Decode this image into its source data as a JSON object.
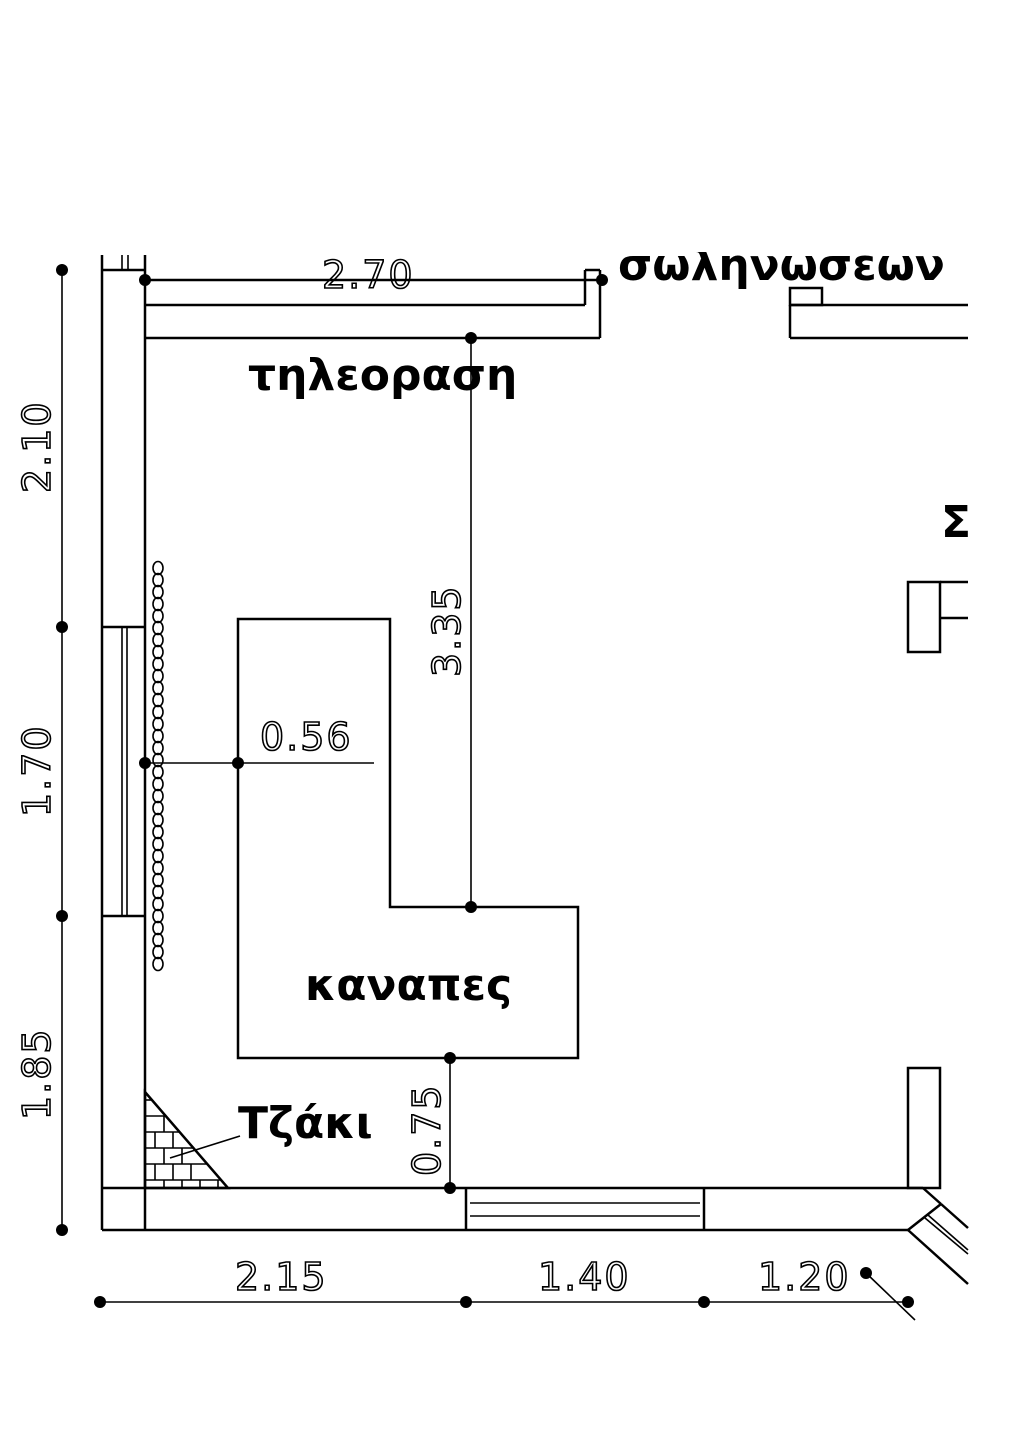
{
  "labels": {
    "tv": "τηλεοραση",
    "sofa": "καναπες",
    "fireplace": "Τζάκι",
    "right_room_partial": "Σ",
    "top_partial": "σωληνωσεων"
  },
  "dimensions": {
    "top_partial": "2.70",
    "left": [
      "2.10",
      "1.70",
      "1.85"
    ],
    "bottom": [
      "2.15",
      "1.40",
      "1.20"
    ],
    "tv_to_sofa": "3.35",
    "window_to_sofa": "0.56",
    "sofa_to_wall": "0.75"
  }
}
